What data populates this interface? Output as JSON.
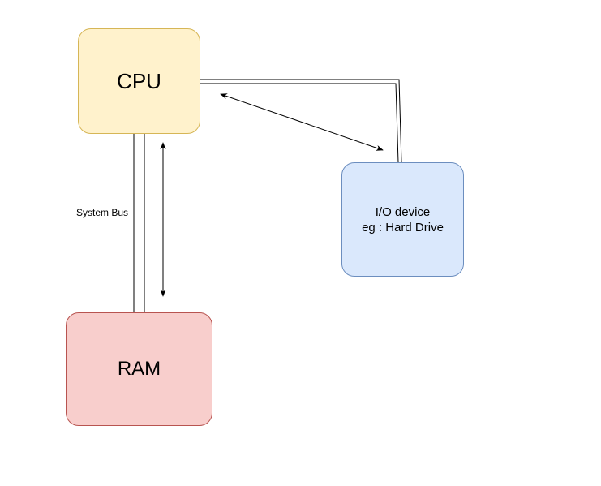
{
  "diagram": {
    "nodes": {
      "cpu": {
        "label": "CPU",
        "fill": "#fff2cc",
        "stroke": "#d6b656"
      },
      "ram": {
        "label": "RAM",
        "fill": "#f8cecc",
        "stroke": "#b85450"
      },
      "io": {
        "line1": "I/O device",
        "line2": "eg : Hard Drive",
        "fill": "#dae8fc",
        "stroke": "#6c8ebf"
      }
    },
    "edges": {
      "bus_label": "System Bus",
      "cpu_ram_bus": {
        "style": "double-line"
      },
      "cpu_io_bus": {
        "style": "double-line"
      },
      "cpu_ram_arrow": {
        "style": "bidirectional-arrow"
      },
      "cpu_io_arrow": {
        "style": "bidirectional-arrow"
      }
    },
    "line_color": "#000000"
  }
}
